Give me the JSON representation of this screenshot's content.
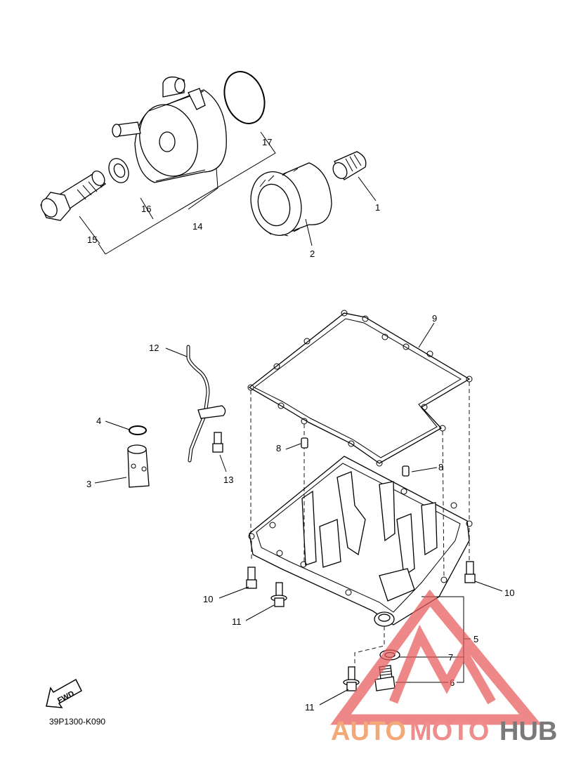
{
  "diagram": {
    "callouts": {
      "c1": "1",
      "c2": "2",
      "c3": "3",
      "c4": "4",
      "c5": "5",
      "c6": "6",
      "c7": "7",
      "c8a": "8",
      "c8b": "8",
      "c9": "9",
      "c10a": "10",
      "c10b": "10",
      "c11a": "11",
      "c11b": "11",
      "c12": "12",
      "c13": "13",
      "c14": "14",
      "c15": "15",
      "c16": "16",
      "c17": "17"
    },
    "drawing_code": "39P1300-K090",
    "fwd_label": "FWD"
  },
  "watermark": {
    "part1": "AUTO",
    "part2": "MOTO",
    "part3": "HUB",
    "colors": {
      "auto": "#f3a877",
      "moto": "#ef8d8d",
      "hub": "#7a7a7a",
      "triangle": "#e85a5a"
    }
  }
}
